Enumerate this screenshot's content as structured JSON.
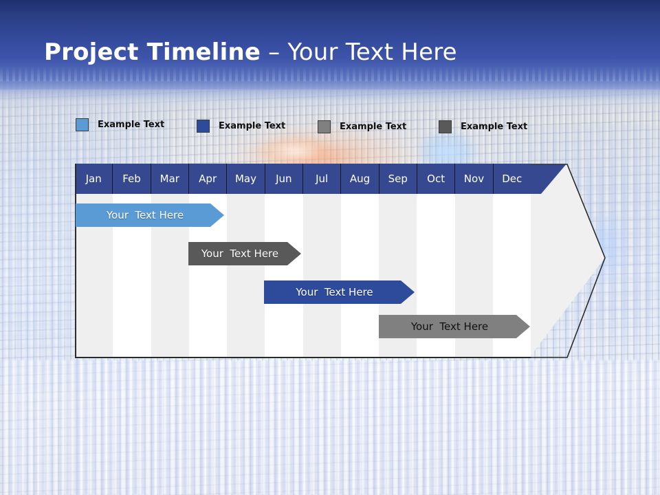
{
  "slide": {
    "title_strong": "Project Timeline",
    "title_dash": " – ",
    "title_rest": "Your Text Here"
  },
  "legend": {
    "items": [
      {
        "label": "Example Text",
        "color": "#5b9bd5",
        "swatch_name": "legend-swatch-light-blue"
      },
      {
        "label": "Example Text",
        "color": "#2e4b9b",
        "swatch_name": "legend-swatch-dark-blue"
      },
      {
        "label": "Example Text",
        "color": "#808080",
        "swatch_name": "legend-swatch-mid-grey"
      },
      {
        "label": "Example Text",
        "color": "#595959",
        "swatch_name": "legend-swatch-dark-grey"
      }
    ]
  },
  "chart_data": {
    "type": "bar",
    "title": "Project Timeline – Your Text Here",
    "xlabel": "",
    "ylabel": "",
    "categories": [
      "Jan",
      "Feb",
      "Mar",
      "Apr",
      "May",
      "Jun",
      "Jul",
      "Aug",
      "Sep",
      "Oct",
      "Nov",
      "Dec"
    ],
    "series": [
      {
        "name": "Your  Text Here",
        "start_month": "Jan",
        "end_month": "May",
        "start_index": 0,
        "end_index": 4,
        "color": "#5b9bd5",
        "text_color": "#ffffff"
      },
      {
        "name": "Your  Text Here",
        "start_month": "Apr",
        "end_month": "Jul",
        "start_index": 3,
        "end_index": 6,
        "color": "#595959",
        "text_color": "#ffffff"
      },
      {
        "name": "Your  Text Here",
        "start_month": "Jun",
        "end_month": "Oct",
        "start_index": 5,
        "end_index": 9,
        "color": "#2e4b9b",
        "text_color": "#ffffff"
      },
      {
        "name": "Your  Text Here",
        "start_month": "Sep",
        "end_month": "Dec",
        "start_index": 8,
        "end_index": 12,
        "color": "#808080",
        "text_color": "#101010"
      }
    ],
    "header_color": "#36488f",
    "column_shade_color": "#efefef",
    "column_plain_color": "#ffffff",
    "grid": true,
    "legend_position": "top"
  },
  "colors": {
    "banner_top": "#1f2f6e",
    "banner_bottom": "#8fa0d4",
    "header_navy": "#36488f",
    "arrow_body": "#f0f0f0",
    "outline": "#2b2b2b"
  }
}
